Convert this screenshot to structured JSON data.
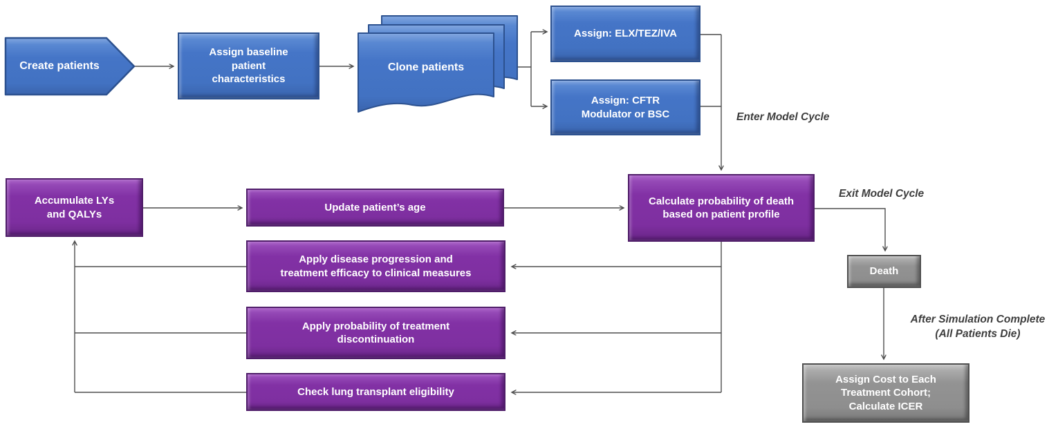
{
  "diagram": {
    "title_hint": "Patient-level simulation model flowchart",
    "colors": {
      "treatment_setup_blue": "#4575C7",
      "model_cycle_purple": "#8231A5",
      "terminal_gray": "#8E8E8E",
      "connector": "#4D4D4D",
      "annotation_text": "#3D3D3D"
    },
    "nodes": {
      "create_patients": {
        "label": "Create patients",
        "shape": "pentagon-arrow",
        "color_group": "blue"
      },
      "assign_baseline": {
        "label": "Assign baseline\npatient\ncharacteristics",
        "shape": "rectangle",
        "color_group": "blue"
      },
      "clone_patients": {
        "label": "Clone patients",
        "shape": "multi-document",
        "color_group": "blue"
      },
      "assign_elx_tez_iva": {
        "label": "Assign: ELX/TEZ/IVA",
        "shape": "rectangle",
        "color_group": "blue"
      },
      "assign_cftr_bsc": {
        "label": "Assign: CFTR\nModulator or BSC",
        "shape": "rectangle",
        "color_group": "blue"
      },
      "accumulate_lys_qalys": {
        "label": "Accumulate LYs\nand QALYs",
        "shape": "rectangle",
        "color_group": "purple"
      },
      "update_patient_age": {
        "label": "Update patient’s age",
        "shape": "rectangle",
        "color_group": "purple"
      },
      "calculate_death_probability": {
        "label": "Calculate probability of death\nbased on patient profile",
        "shape": "rectangle",
        "color_group": "purple"
      },
      "apply_disease_progression": {
        "label": "Apply disease progression and\ntreatment efficacy to clinical measures",
        "shape": "rectangle",
        "color_group": "purple"
      },
      "apply_discontinuation": {
        "label": "Apply probability of treatment\ndiscontinuation",
        "shape": "rectangle",
        "color_group": "purple"
      },
      "check_lung_transplant": {
        "label": "Check lung transplant eligibility",
        "shape": "rectangle",
        "color_group": "purple"
      },
      "death": {
        "label": "Death",
        "shape": "rectangle",
        "color_group": "gray"
      },
      "assign_cost_icer": {
        "label": "Assign Cost to Each\nTreatment Cohort;\nCalculate ICER",
        "shape": "rectangle",
        "color_group": "gray"
      }
    },
    "annotations": {
      "enter_model_cycle": "Enter Model Cycle",
      "exit_model_cycle": "Exit Model Cycle",
      "after_simulation": "After Simulation Complete\n(All Patients Die)"
    },
    "edges": [
      {
        "from": "create_patients",
        "to": "assign_baseline"
      },
      {
        "from": "assign_baseline",
        "to": "clone_patients"
      },
      {
        "from": "clone_patients",
        "to": "assign_elx_tez_iva"
      },
      {
        "from": "clone_patients",
        "to": "assign_cftr_bsc"
      },
      {
        "from": "assign_elx_tez_iva",
        "to": "calculate_death_probability",
        "label": "Enter Model Cycle"
      },
      {
        "from": "assign_cftr_bsc",
        "to": "calculate_death_probability",
        "label": "Enter Model Cycle"
      },
      {
        "from": "accumulate_lys_qalys",
        "to": "update_patient_age"
      },
      {
        "from": "update_patient_age",
        "to": "calculate_death_probability"
      },
      {
        "from": "calculate_death_probability",
        "to": "apply_disease_progression"
      },
      {
        "from": "calculate_death_probability",
        "to": "apply_discontinuation"
      },
      {
        "from": "calculate_death_probability",
        "to": "check_lung_transplant"
      },
      {
        "from": "apply_disease_progression",
        "to": "accumulate_lys_qalys"
      },
      {
        "from": "apply_discontinuation",
        "to": "accumulate_lys_qalys"
      },
      {
        "from": "check_lung_transplant",
        "to": "accumulate_lys_qalys"
      },
      {
        "from": "calculate_death_probability",
        "to": "death",
        "label": "Exit Model Cycle"
      },
      {
        "from": "death",
        "to": "assign_cost_icer",
        "label": "After Simulation Complete (All Patients Die)"
      }
    ]
  }
}
